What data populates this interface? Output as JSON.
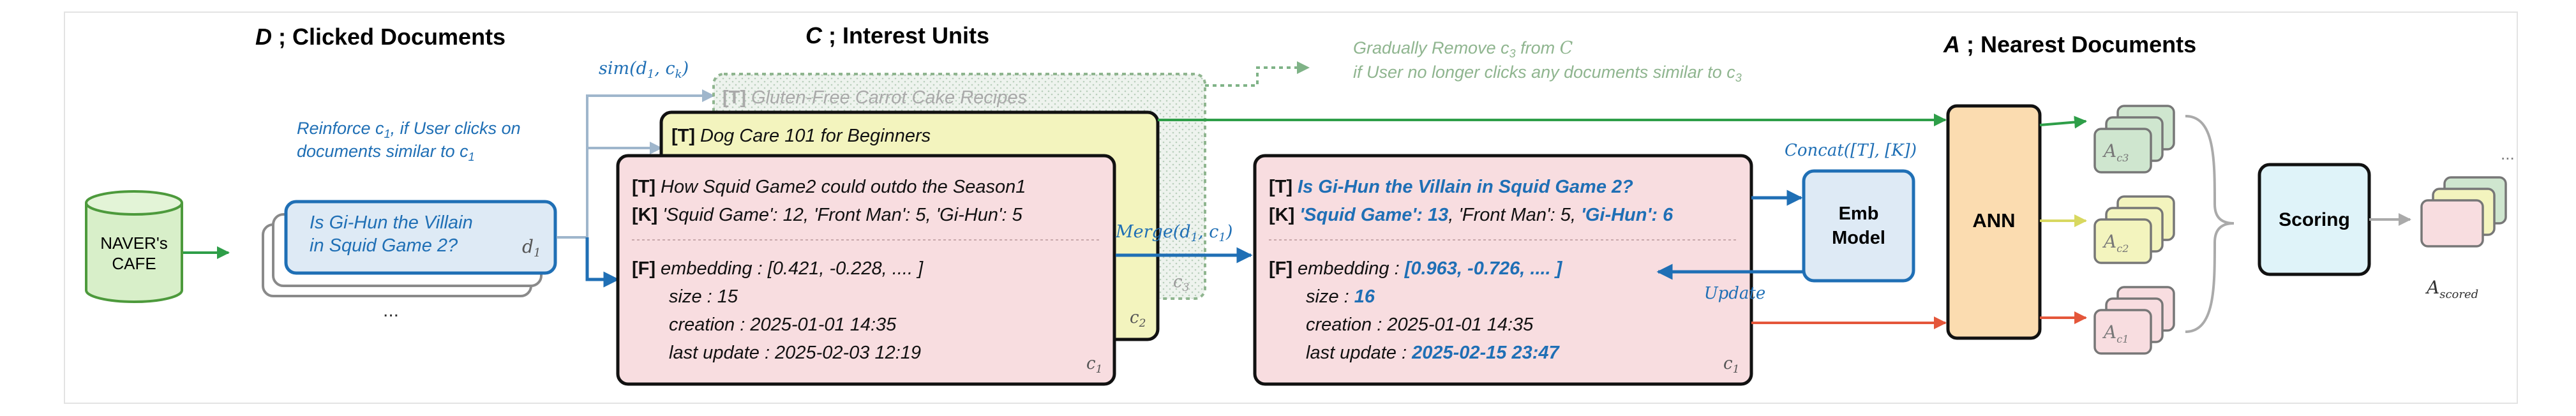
{
  "sections": {
    "clicked": {
      "var": "D",
      "label": " ; Clicked Documents"
    },
    "interest": {
      "var": "C",
      "label": " ; Interest Units"
    },
    "nearest": {
      "var": "A",
      "label": " ; Nearest Documents"
    }
  },
  "source": {
    "line1": "NAVER's",
    "line2": "CAFE"
  },
  "clicked_doc": {
    "line1": "Is Gi-Hun the Villain",
    "line2": "in Squid Game 2?",
    "id": "d",
    "id_sub": "1",
    "ellipsis": "..."
  },
  "reinforce_note": {
    "line1a": "Reinforce c",
    "line1sub": "1",
    "line1b": ", if User clicks on",
    "line2a": "documents similar to c",
    "line2sub": "1"
  },
  "sim_label": {
    "a": "sim(d",
    "a_sub": "1",
    "b": ", c",
    "b_sub": "k",
    "c": ")"
  },
  "units": {
    "c3": {
      "tag": "[T]",
      "title": "Gluten-Free Carrot Cake Recipes",
      "id": "c",
      "id_sub": "3"
    },
    "c2": {
      "tag": "[T]",
      "title": "Dog Care 101 for Beginners",
      "id": "c",
      "id_sub": "2"
    },
    "c1": {
      "t_tag": "[T]",
      "title": "How Squid Game2 could outdo the Season1",
      "k_tag": "[K]",
      "keywords": "'Squid Game': 12, 'Front Man': 5, 'Gi-Hun': 5",
      "f_tag": "[F]",
      "embedding": "embedding : [0.421, -0.228, .... ]",
      "size": "size : 15",
      "creation": "creation : 2025-01-01 14:35",
      "last_update": "last update : 2025-02-03 12:19",
      "id": "c",
      "id_sub": "1"
    }
  },
  "remove_note": {
    "line1a": "Gradually Remove c",
    "line1sub": "3",
    "line1b": " from ",
    "line1c": "C",
    "line2a": "if User no longer clicks any documents similar to c",
    "line2sub": "3"
  },
  "merge_label": {
    "a": "Merge(d",
    "a_sub": "1",
    "b": ", c",
    "b_sub": "1",
    "c": ")"
  },
  "updated": {
    "t_tag": "[T]",
    "title": "Is Gi-Hun the Villain in Squid Game 2?",
    "k_tag": "[K]",
    "kw1": "'Squid Game': 13",
    "kw_mid": ", 'Front Man': 5, ",
    "kw2": "'Gi-Hun': 6",
    "f_tag": "[F]",
    "embedding_label": "embedding : ",
    "embedding_value": "[0.963, -0.726, .... ]",
    "size_label": "size : ",
    "size_value": "16",
    "creation": "creation : 2025-01-01 14:35",
    "last_update_label": "last update : ",
    "last_update_value": "2025-02-15 23:47",
    "id": "c",
    "id_sub": "1"
  },
  "concat_label": "Concat([T], [K])",
  "update_label": "Update",
  "emb_model": {
    "line1": "Emb",
    "line2": "Model"
  },
  "ann": "ANN",
  "results": [
    {
      "label": "A",
      "sub": "c3"
    },
    {
      "label": "A",
      "sub": "c2"
    },
    {
      "label": "A",
      "sub": "c1"
    }
  ],
  "more_results": "...",
  "scoring": "Scoring",
  "scored": {
    "label": "A",
    "sub": "scored"
  },
  "colors": {
    "blue": "#1f6fb5",
    "green": "#2e9e48",
    "red": "#e4563a",
    "yellow": "#dede70",
    "pink": "#f8dde0",
    "lightyellow": "#f3f4be",
    "orange": "#fbdcb0",
    "cyan": "#dff3f9"
  }
}
